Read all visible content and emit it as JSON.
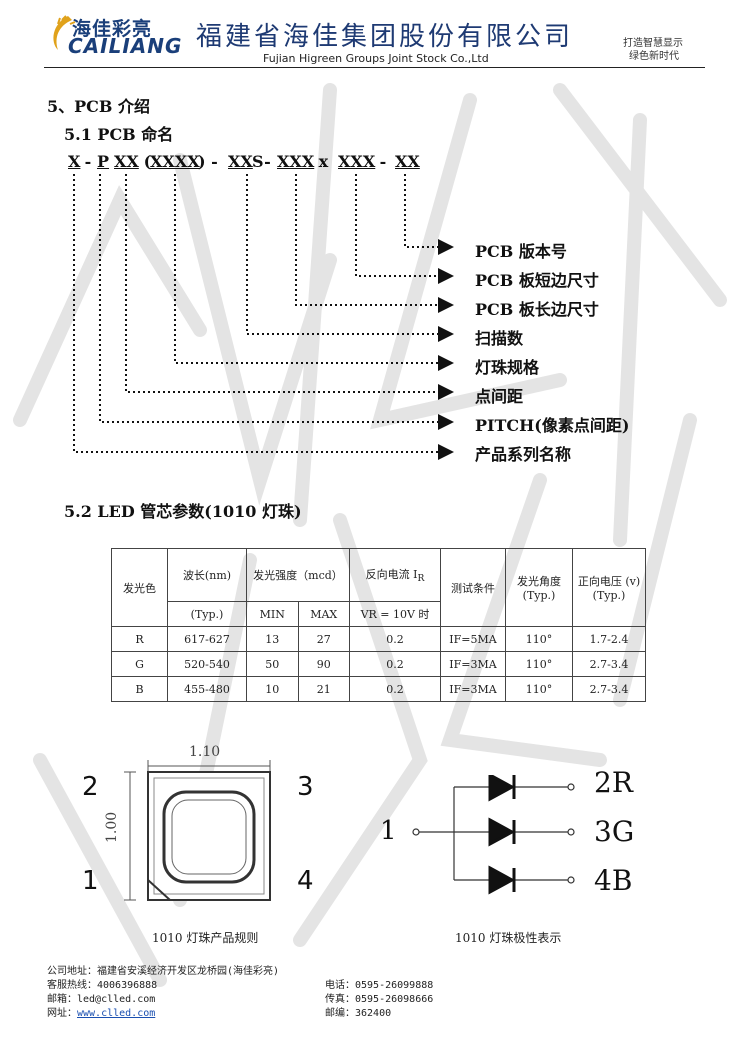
{
  "header": {
    "logo_cn": "海佳彩亮",
    "logo_en": "CAILIANG",
    "company_cn": "福建省海佳集团股份有限公司",
    "company_en": "Fujian Higreen Groups Joint Stock Co.,Ltd",
    "slogan_line1": "打造智慧显示",
    "slogan_line2": "绿色新时代"
  },
  "section": {
    "title": "5、PCB 介绍",
    "naming_title": "5.1 PCB 命名",
    "code_parts": [
      "X",
      " - ",
      "P",
      "XX",
      " (",
      "XXXX",
      ") - ",
      "XX",
      "S- ",
      "XXX",
      " x ",
      "XXX",
      " - ",
      "XX"
    ],
    "labels": [
      "PCB 版本号",
      "PCB 板短边尺寸",
      "PCB 板长边尺寸",
      "扫描数",
      "灯珠规格",
      "点间距",
      "PITCH(像素点间距)",
      "产品系列名称"
    ],
    "led_title": "5.2 LED 管芯参数(1010 灯珠)"
  },
  "table": {
    "h_color": "发光色",
    "h_wavelength": "波长(nm)",
    "h_intensity": "发光强度（mcd）",
    "h_reverse": "反向电流 I",
    "h_reverse_sub": "R",
    "h_test": "测试条件",
    "h_angle": "发光角度 (Typ.)",
    "h_voltage": "正向电压 (v)(Typ.)",
    "sub_typ": "(Typ.)",
    "sub_min": "MIN",
    "sub_max": "MAX",
    "sub_vr": "VR = 10V 时",
    "rows": [
      {
        "color": "R",
        "wave": "617-627",
        "min": "13",
        "max": "27",
        "ir": "0.2",
        "cond": "IF=5MA",
        "angle": "110°",
        "volt": "1.7-2.4"
      },
      {
        "color": "G",
        "wave": "520-540",
        "min": "50",
        "max": "90",
        "ir": "0.2",
        "cond": "IF=3MA",
        "angle": "110°",
        "volt": "2.7-3.4"
      },
      {
        "color": "B",
        "wave": "455-480",
        "min": "10",
        "max": "21",
        "ir": "0.2",
        "cond": "IF=3MA",
        "angle": "110°",
        "volt": "2.7-3.4"
      }
    ]
  },
  "diagram": {
    "dim_width": "1.10",
    "dim_height": "1.00",
    "pin1": "1",
    "pin2": "2",
    "pin3": "3",
    "pin4": "4",
    "caption_left": "1010 灯珠产品规则",
    "pol_pin1": "1",
    "pol_2r": "2R",
    "pol_3g": "3G",
    "pol_4b": "4B",
    "caption_right": "1010 灯珠极性表示"
  },
  "footer": {
    "address": "公司地址：福建省安溪经济开发区龙桥园(海佳彩亮)",
    "hotline": "客服热线：4006396888",
    "email": "邮箱：led@clled.com",
    "website_label": "网址：",
    "website": "www.clled.com",
    "phone": "电话：0595-26099888",
    "fax": "传真：0595-26098666",
    "postcode": "邮编：362400"
  },
  "colors": {
    "brand_blue": "#1e3a73",
    "link_blue": "#1a4fb0"
  }
}
